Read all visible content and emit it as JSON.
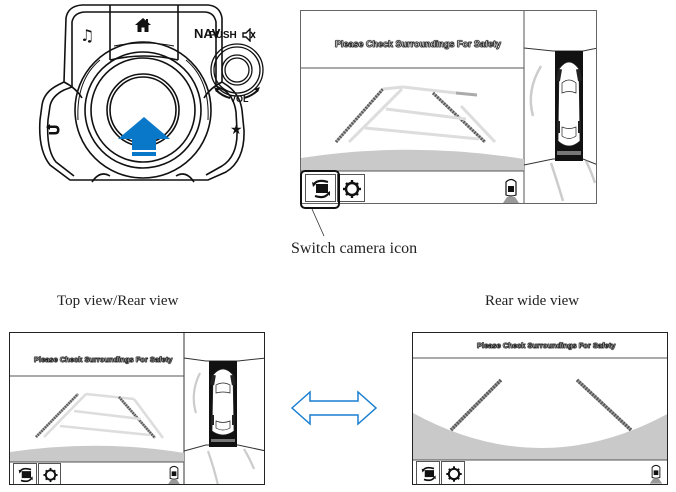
{
  "commander": {
    "buttons": {
      "music_icon": "music-note",
      "home_icon": "home",
      "nav_label": "NAV",
      "back_icon": "back-arrow",
      "favorite_icon": "star"
    },
    "volume": {
      "push_label": "PUSH",
      "mute_icon": "speaker-mute",
      "vol_label": "VOL"
    },
    "action_arrow": {
      "direction": "up",
      "color": "#0a78c8"
    }
  },
  "screens": {
    "safety_message": "Please Check Surroundings For Safety",
    "buttons": [
      {
        "icon": "switch-camera",
        "label": "Switch camera"
      },
      {
        "icon": "gear"
      }
    ],
    "car_indicator_icon": "car-rear-sensor"
  },
  "callout": {
    "label": "Switch camera icon"
  },
  "views": [
    {
      "caption": "Top view/Rear view"
    },
    {
      "caption": "Rear wide view"
    }
  ],
  "toggle_arrow": {
    "type": "double-arrow",
    "color": "#1a7fd0"
  }
}
